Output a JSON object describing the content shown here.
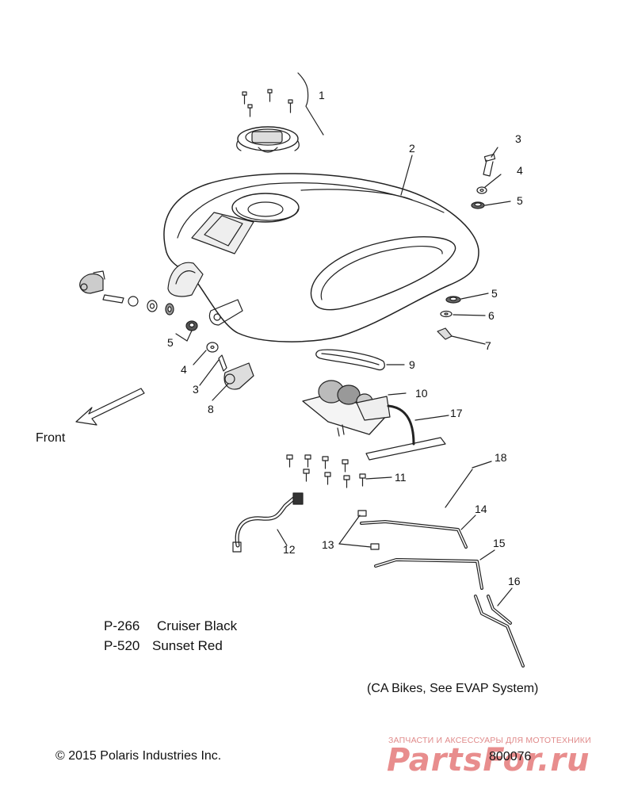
{
  "callouts": [
    "1",
    "2",
    "3",
    "4",
    "5",
    "5",
    "6",
    "7",
    "5",
    "4",
    "3",
    "8",
    "9",
    "10",
    "17",
    "18",
    "11",
    "14",
    "13",
    "12",
    "15",
    "16"
  ],
  "front_label": "Front",
  "paint_options": [
    {
      "code": "P-266",
      "name": "Cruiser Black"
    },
    {
      "code": "P-520",
      "name": "Sunset Red"
    }
  ],
  "note": "(CA Bikes, See EVAP System)",
  "copyright": "© 2015 Polaris Industries Inc.",
  "doc_number": "800076",
  "watermark": {
    "tagline": "ЗАПЧАСТИ И АКСЕССУАРЫ ДЛЯ МОТОТЕХНИКИ",
    "logo": "PartsFor.ru",
    "color": "#d63030"
  },
  "line_color": "#222222"
}
